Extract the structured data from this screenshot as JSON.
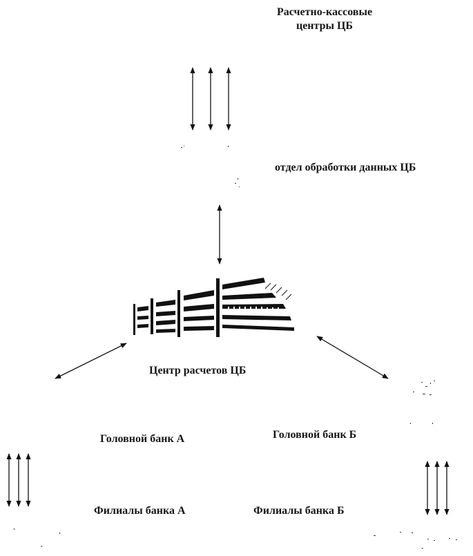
{
  "nodes": {
    "rkc": {
      "line1": "Расчетно-кассовые",
      "line2": "центры ЦБ"
    },
    "processing": "отдел обработки данных ЦБ",
    "center": "Центр расчетов ЦБ",
    "head_a": "Головной банк А",
    "head_b": "Головной банк Б",
    "branches_a": "Филиалы банка А",
    "branches_b": "Филиалы банка Б"
  },
  "icons": {
    "center_building": "building-icon"
  },
  "colors": {
    "ink": "#111111",
    "background": "#ffffff"
  }
}
